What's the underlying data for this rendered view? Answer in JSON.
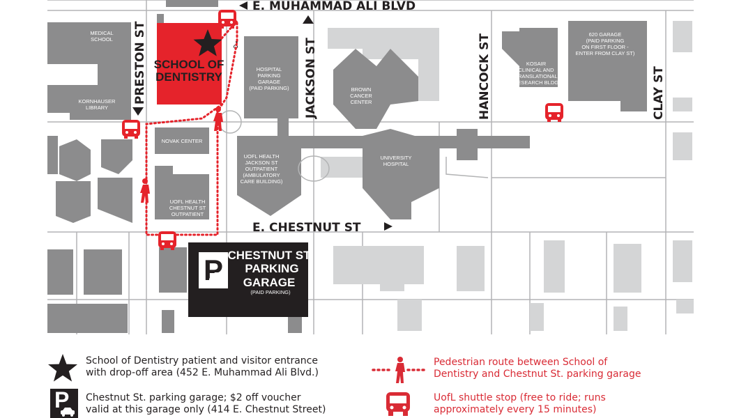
{
  "streets": {
    "muhammad_ali": "E. MUHAMMAD ALI BLVD",
    "preston": "PRESTON ST",
    "jackson": "JACKSON ST",
    "hancock": "HANCOCK ST",
    "clay": "CLAY ST",
    "chestnut": "E. CHESTNUT ST"
  },
  "buildings": {
    "medical_school": [
      "MEDICAL",
      "SCHOOL"
    ],
    "kornhauser": [
      "KORNHAUSER",
      "LIBRARY"
    ],
    "school_of_dentistry": [
      "SCHOOL OF",
      "DENTISTRY"
    ],
    "novak": [
      "NOVAK CENTER"
    ],
    "uofl_chestnut": [
      "UOFL HEALTH",
      "CHESTNUT ST",
      "OUTPATIENT"
    ],
    "hospital_garage": [
      "HOSPITAL",
      "PARKING",
      "GARAGE",
      "(PAID PARKING)"
    ],
    "uofl_jackson": [
      "UOFL HEALTH",
      "JACKSON ST",
      "OUTPATIENT",
      "(AMBULATORY",
      "CARE BUILDING)"
    ],
    "brown_cancer": [
      "BROWN",
      "CANCER",
      "CENTER"
    ],
    "university_hospital": [
      "UNIVERSITY",
      "HOSPITAL"
    ],
    "kosair": [
      "KOSAIR",
      "CLINICAL AND",
      "TRANSLATIONAL",
      "RESEARCH BLDG"
    ],
    "garage_620": [
      "620 GARAGE",
      "(PAID PARKING",
      "ON FIRST FLOOR -",
      "ENTER FROM CLAY ST)"
    ],
    "chestnut_garage": [
      "CHESTNUT ST",
      "PARKING",
      "GARAGE"
    ],
    "chestnut_garage_note": "(PAID PARKING)",
    "parking_letter": "P"
  },
  "legend": {
    "entrance": "School of Dentistry patient and visitor entrance\nwith drop-off area (452 E. Muhammad Ali Blvd.)",
    "garage": "Chestnut St. parking garage; $2 off voucher\nvalid at this garage only (414 E. Chestnut Street)",
    "pedestrian": "Pedestrian route between School of\nDentistry and Chestnut St. parking garage",
    "shuttle": "UofL shuttle stop (free to ride; runs\napproximately every 15 minutes)",
    "parking_letter": "P"
  },
  "colors": {
    "building": "#8c8c8d",
    "light_building": "#d4d5d6",
    "road_line": "#b3b4b5",
    "red": "#e5232b",
    "legend_red": "#d92b35",
    "black": "#231f20"
  },
  "icons": [
    "star-icon",
    "parking-icon",
    "car-icon",
    "bus-icon",
    "pedestrian-icon",
    "wheelchair-icon",
    "arrow-icon"
  ]
}
